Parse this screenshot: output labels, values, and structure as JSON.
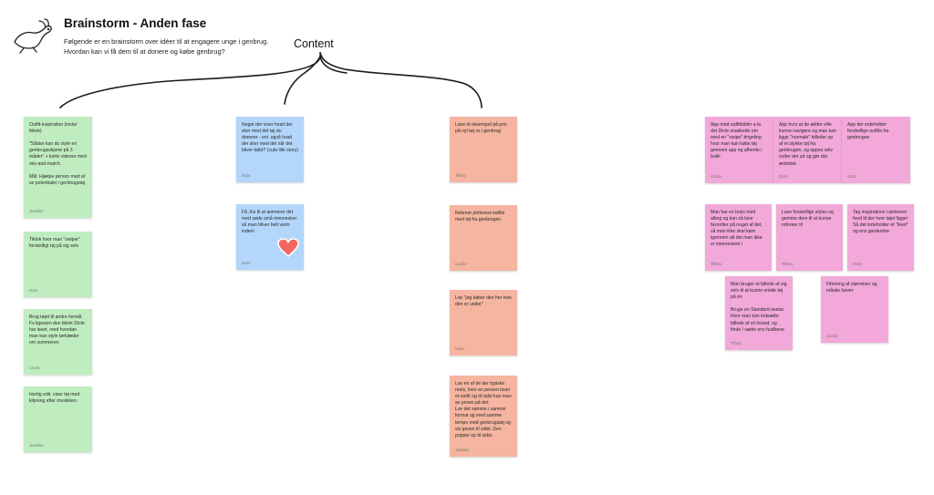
{
  "header": {
    "title": "Brainstorm - Anden fase",
    "description": "Følgende er en brainstorm over idéer til at engagere unge i genbrug. Hvordan kan vi få dem til at donere og købe genbrug?",
    "logo_icon": "rabbit-icon"
  },
  "content_label": "Content",
  "colors": {
    "green": "#c0edc0",
    "blue": "#b3d6fa",
    "orange": "#f5b5a0",
    "pink": "#f2a8d9"
  },
  "notes": {
    "green": [
      {
        "text": "Outfit-inspiration (insta/ tiktok)\n\n\"Sådan kan du style en genbrugsskjorte på 3 måder\" + korte videoer med mix-and-match.\n\nMål: Hjælpe person med at se potentialet i genbrugstøj.",
        "author": "Josefine"
      },
      {
        "text": "Tiktok hvor man \"swiper\" forskelligt tøj på sig selv",
        "author": "Dicte"
      },
      {
        "text": "Brug tøjet til andre formål. Fx ligesom den tiktok Dicte har lavet, med hvordan man kan style tørklæder om sommeren",
        "author": "Cecilie"
      },
      {
        "text": "Hurtig edit. viser tøj med klipning efter musikken.",
        "author": "Josefine"
      }
    ],
    "blue": [
      {
        "text": "Noget der viser hvad der sker med det tøj du donerer - evt. også hvad der sker med det når det bliver købt? (cute lille story)",
        "author": "Dicte"
      },
      {
        "text": "Få Jos til at animerer det med søde små mennesker så man bliver helt varm indeni",
        "author": "Dicte",
        "icon": "heart-icon"
      }
    ],
    "orange": [
      {
        "text": "Lave et eksempel på pris på nyt tøj vs i genbrug",
        "author": "Tiffany"
      },
      {
        "text": "Rekreer pinterest-outfits med tøj fra genbrugen",
        "author": "Cecilie"
      },
      {
        "text": "Lav \"jeg køber den her hvis den er under\"",
        "author": "Dicte"
      },
      {
        "text": "Lav en af de der typiske reels, hvor en person laver et outfit og til sidst kan man se prisen på det.\nLav det samme i samme format og med samme tempo med genbrugstøj og vis prisen til sidst. Den popper op til sidst.",
        "author": "Josefine"
      }
    ],
    "pink": [
      {
        "text": "App med outfitbilder a la det Dicte snakkede om med en \"swipe\"-tingeling hvor man kan købe tøj gennem app og afhente i butik",
        "author": "Cecilie"
      },
      {
        "text": "App hvor at de ældre ville kunne navigere og man kan ligge \"normale\" billeder op af et stykke tøj fra genbrugen, og appen selv cutter det ud og gør det æstetisk",
        "author": "Dicte"
      },
      {
        "text": "App der indeholder forskellige outfits fra genbrugen",
        "author": "Dicte"
      },
      {
        "text": "Man har en boks med alting og kan så lave favoritter på noget af det, så man ikke skal køre igennem alt det man ikke er interesseret i",
        "author": "Tiffany"
      },
      {
        "text": "Lave forskellige styles og gemme dem til at kunne refereer til",
        "author": "Tiffany"
      },
      {
        "text": "Tag inspirations i pinterest feed til der hvor tøjet ligger\nSå det indeholder et \"feed\" og ens garderobe",
        "author": "Dicte"
      },
      {
        "text": "Man bruger et billede af sig selv til at kunne smide tøj på en\n\nBruge en Standard avatar Hvor man kan indsætte billede af sit hoved, og finde / sætte ens hudfarve",
        "author": "Tiffany"
      },
      {
        "text": "Filtrering af størrelser og måske farver",
        "author": "Cecilie"
      }
    ]
  }
}
